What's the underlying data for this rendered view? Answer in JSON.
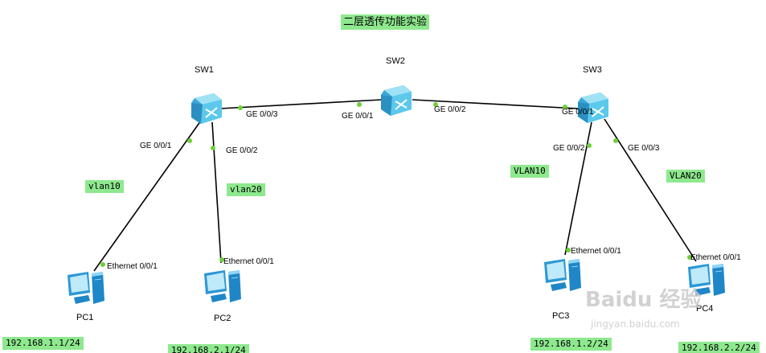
{
  "diagram": {
    "title": "二层透传功能实验",
    "devices": {
      "sw1": "SW1",
      "sw2": "SW2",
      "sw3": "SW3",
      "pc1": "PC1",
      "pc2": "PC2",
      "pc3": "PC3",
      "pc4": "PC4"
    },
    "ports": {
      "sw1_ge003": "GE 0/0/3",
      "sw1_ge001": "GE 0/0/1",
      "sw1_ge002": "GE 0/0/2",
      "sw2_ge001": "GE 0/0/1",
      "sw2_ge002": "GE 0/0/2",
      "sw3_ge001": "GE 0/0/1",
      "sw3_ge002": "GE 0/0/2",
      "sw3_ge003": "GE 0/0/3",
      "pc1_eth": "Ethernet 0/0/1",
      "pc2_eth": "Ethernet 0/0/1",
      "pc3_eth": "Ethernet 0/0/1",
      "pc4_eth": "Ethernet 0/0/1"
    },
    "vlans": {
      "sw1_left": "vlan10",
      "sw1_right": "vlan20",
      "sw3_left": "VLAN10",
      "sw3_right": "VLAN20"
    },
    "ips": {
      "pc1": "192.168.1.1/24",
      "pc2": "192.168.2.1/24",
      "pc3": "192.168.1.2/24",
      "pc4": "192.168.2.2/24"
    },
    "watermark": {
      "main": "Baidu 经验",
      "sub": "jingyan.baidu.com"
    },
    "colors": {
      "tag_bg": "#8ee88e",
      "port_dot": "#6fcf3a",
      "switch_blue": "#5cc8ec"
    }
  }
}
